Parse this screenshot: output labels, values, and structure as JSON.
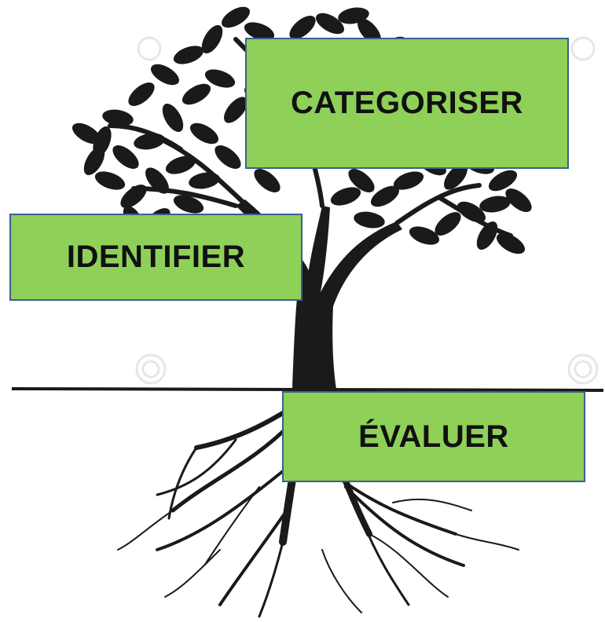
{
  "labels": {
    "categoriser": "CATEGORISER",
    "identifier": "IDENTIFIER",
    "evaluer": "ÉVALUER"
  },
  "colors": {
    "box_fill": "#8fd158",
    "box_border": "#3b5f8f",
    "tree": "#1a1a1a",
    "watermark": "#e6e6e6"
  }
}
